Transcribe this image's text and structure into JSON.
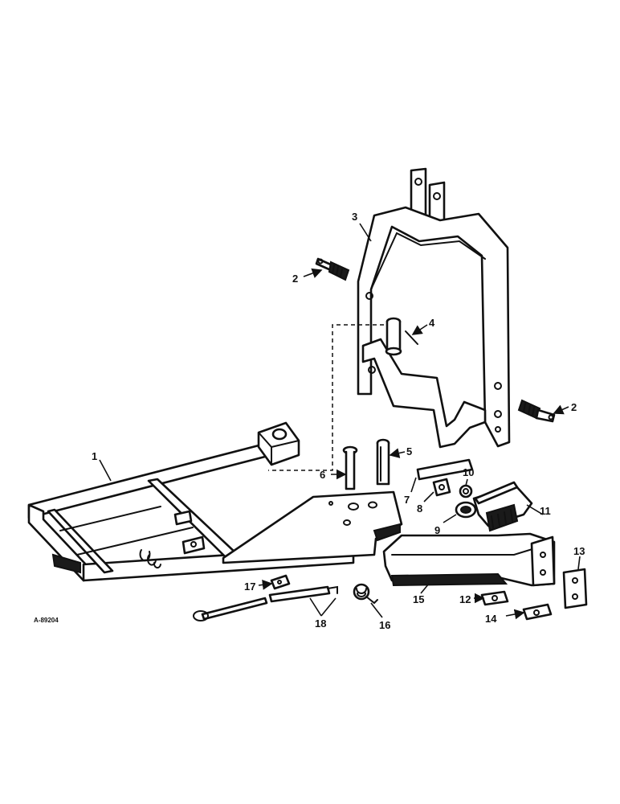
{
  "drawing": {
    "reference_code": "A-89204",
    "callouts": [
      "1",
      "2",
      "2",
      "3",
      "4",
      "5",
      "6",
      "7",
      "8",
      "9",
      "10",
      "11",
      "12",
      "13",
      "14",
      "15",
      "16",
      "17",
      "18"
    ]
  }
}
